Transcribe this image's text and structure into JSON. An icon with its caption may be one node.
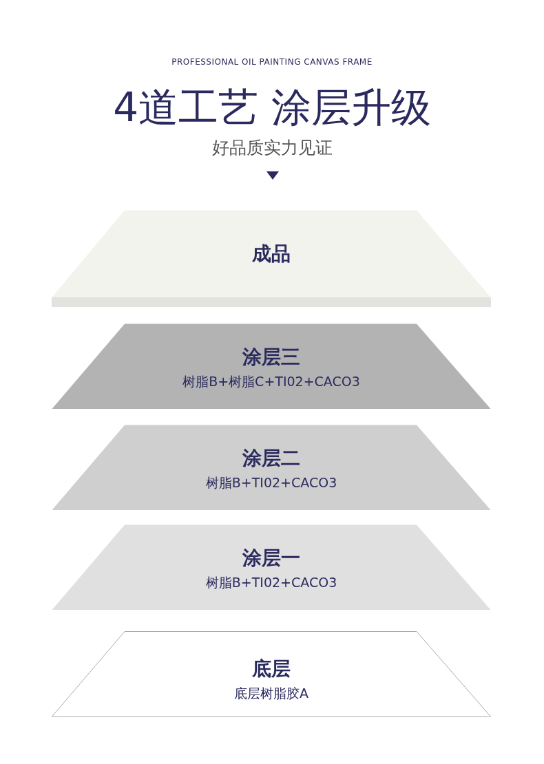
{
  "diagram": {
    "title": "4道工艺 涂层升级",
    "nodes": [
      {
        "text": [
          "成品"
        ]
      },
      {
        "text": [
          "涂层三",
          "树脂B+树脂C+TI02+CACO3"
        ]
      },
      {
        "text": [
          "涂层二",
          "树脂B+TI02+CACO3"
        ]
      },
      {
        "text": [
          "涂层一",
          "树脂B+TI02+CACO3"
        ]
      },
      {
        "text": [
          "底层",
          "底层树脂胶A"
        ]
      }
    ],
    "edges": [],
    "labels": [
      "PROFESSIONAL OIL PAINTING CANVAS FRAME",
      "好品质实力见证"
    ]
  }
}
